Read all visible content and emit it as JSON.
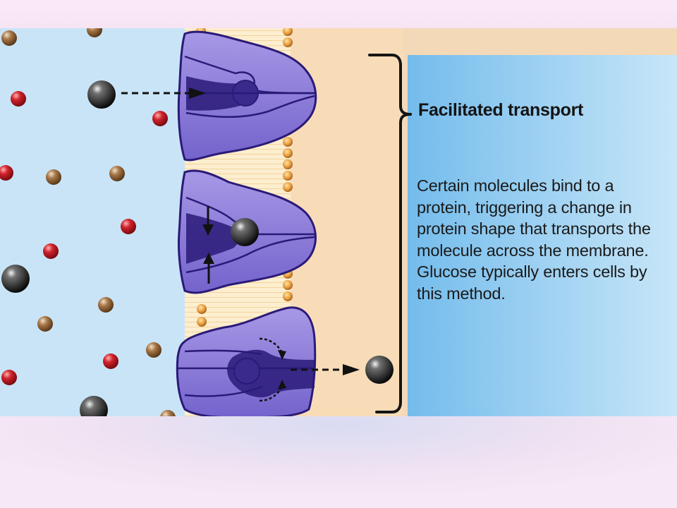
{
  "caption": {
    "title": "Facilitated transport",
    "body": "Certain molecules bind to a protein, triggering a change in protein shape that transports the molecule across the membrane. Glucose typically enters cells by this method."
  },
  "colors": {
    "extracellular_fluid": "#c9e4f7",
    "membrane_band": "#fbe8c8",
    "cytoplasm": "#f8dcb8",
    "caption_panel": "#86c6ee",
    "protein_fill": "#8b7ad8",
    "protein_outline": "#2a1a78",
    "ion_red": "#c8202a",
    "ion_tan": "#9a6a3e",
    "glucose_black": "#141414",
    "lipid_head": "#e39a3a"
  },
  "icons": {
    "proteins": [
      "carrier-protein-open-outside",
      "carrier-protein-binding",
      "carrier-protein-open-inside"
    ],
    "molecules": [
      "glucose-molecule",
      "red-ion",
      "tan-ion"
    ],
    "arrows": [
      "dashed-arrow-in",
      "dashed-arrow-out",
      "conformational-change-arrow"
    ]
  }
}
